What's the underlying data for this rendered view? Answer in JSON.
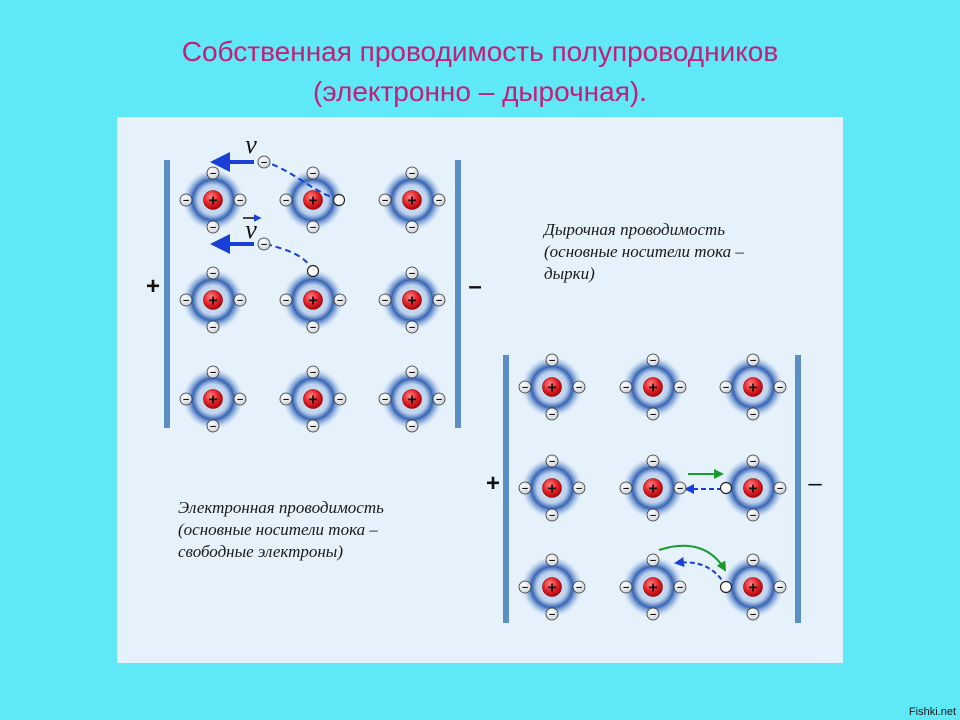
{
  "title": {
    "line1": "Собственная проводимость полупроводников",
    "line2": "(электронно – дырочная)."
  },
  "top_lattice": {
    "plus_label": "+",
    "minus_label": "–",
    "velocity_label_1": "v",
    "velocity_label_2": "v"
  },
  "bottom_lattice": {
    "plus_label": "+",
    "minus_label": "–"
  },
  "captions": {
    "hole": {
      "line1": "Дырочная проводимость",
      "line2": "(основные носители тока –",
      "line3": "дырки)"
    },
    "electron": {
      "line1": "Электронная проводимость",
      "line2": "(основные носители тока –",
      "line3": "свободные электроны)"
    }
  },
  "symbols": {
    "nucleus": "+",
    "electron": "–"
  },
  "watermark": "Fishki.net",
  "colors": {
    "background": "#5fe8f5",
    "panel": "#e6f2fb",
    "title": "#c21f7a",
    "nucleus": "#e8252b",
    "plate": "#5b8fc4",
    "arrow_blue": "#1a3fd6",
    "arrow_green": "#1a9a2a"
  }
}
